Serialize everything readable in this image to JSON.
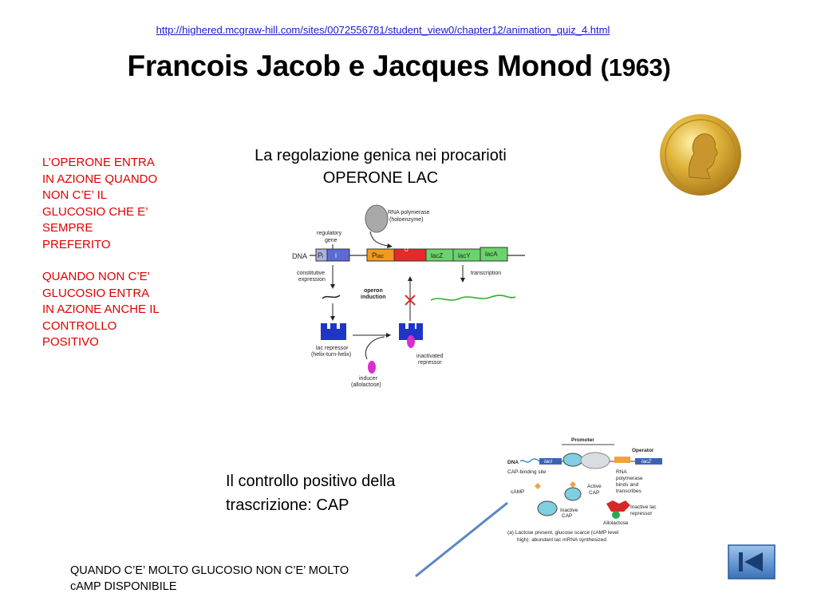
{
  "slide": {
    "url": "http://highered.mcgraw-hill.com/sites/0072556781/student_view0/chapter12/animation_quiz_4.html",
    "title_main": "Francois Jacob e Jacques Monod",
    "title_year": "(1963)",
    "side_note_1": "L’OPERONE ENTRA IN AZIONE QUANDO NON C’E’ IL GLUCOSIO CHE E’ SEMPRE PREFERITO",
    "side_note_2": "QUANDO NON C’E’ GLUCOSIO ENTRA IN AZIONE ANCHE IL CONTROLLO POSITIVO",
    "subtitle_line1": "La regolazione genica nei procarioti",
    "subtitle_line2": "OPERONE LAC",
    "cap_text_line1": "Il controllo positivo della",
    "cap_text_line2": "trascrizione: CAP",
    "bottom_text_line1": "QUANDO C’E’ MOLTO GLUCOSIO NON C’E’ MOLTO",
    "bottom_text_line2": "cAMP DISPONIBILE"
  },
  "lac_diagram": {
    "rna_polymerase": "RNA polymerase",
    "holoenzyme": "(holoenzyme)",
    "regulatory": "regulatory",
    "gene": "gene",
    "dna": "DNA",
    "p_i": "P",
    "p_i_sub": "i",
    "i": "i",
    "p_lac": "P",
    "p_lac_sub": "lac",
    "o": "O",
    "lacZ": "lacZ",
    "lacY": "lacY",
    "lacA": "lacA",
    "constitutive": "constitutive",
    "expression": "expression",
    "operon": "operon",
    "induction": "induction",
    "transcription": "transcription",
    "lac_repressor": "lac repressor",
    "helix_turn_helix": "(helix-turn-helix)",
    "inactivated": "inactivated",
    "repressor": "repressor",
    "inducer": "inducer",
    "allolactose": "(allolactose)"
  },
  "cap_diagram": {
    "promoter": "Promoter",
    "operator": "Operator",
    "dna": "DNA",
    "lacI": "lacI",
    "lacZ": "lacZ",
    "cap_binding_site": "CAP-binding site",
    "rna_pol_1": "RNA",
    "rna_pol_2": "polymerase",
    "rna_pol_3": "binds and",
    "rna_pol_4": "transcribes",
    "camp": "cAMP",
    "active_1": "Active",
    "active_2": "CAP",
    "inactive_1": "Inactive",
    "inactive_2": "CAP",
    "inactive_lac_1": "Inactive lac",
    "inactive_lac_2": "repressor",
    "allolactose": "Allolactose",
    "caption_1": "(a) Lactose present, glucose scarce (cAMP level",
    "caption_2": "high): abundant lac mRNA synthesized"
  },
  "colors": {
    "title": "#000000",
    "note_red": "#e00000",
    "link_blue": "#1a1acc",
    "medal_gold": "#d4a72c",
    "nav_blue": "#4a86c8"
  },
  "icons": {
    "nav_button": "skip-to-start-icon",
    "medal": "nobel-medal-icon"
  }
}
